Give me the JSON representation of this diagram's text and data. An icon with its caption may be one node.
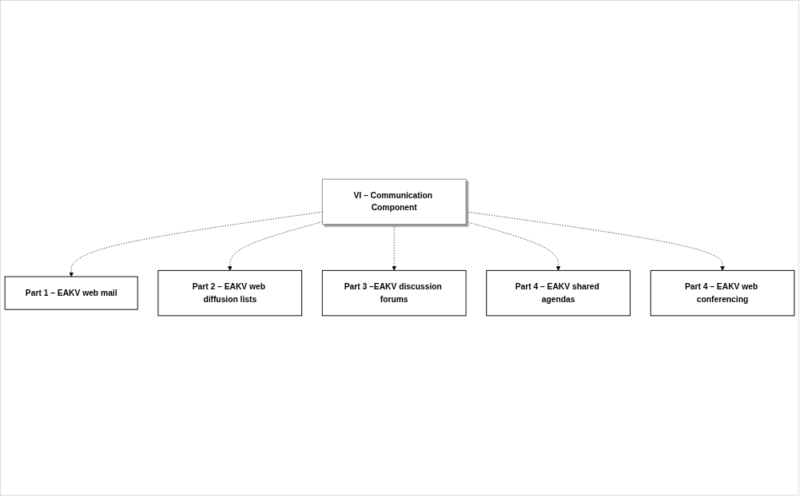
{
  "diagram": {
    "nodes": [
      {
        "text": [
          "VI – Communication Component"
        ]
      },
      {
        "text": [
          "Part 1 – EAKV web mail"
        ]
      },
      {
        "text": [
          "Part 4 – EAKV web conferencing"
        ]
      },
      {
        "text": [
          "Part 2 – EAKV web diffusion lists"
        ]
      },
      {
        "text": [
          "Part 4 – EAKV shared agendas"
        ]
      },
      {
        "text": [
          "Part 3 –EAKV discussion forums"
        ]
      }
    ],
    "edges": [
      {
        "from": 0,
        "to": 1,
        "arrow": "to",
        "style": "dashed"
      },
      {
        "from": 0,
        "to": 3,
        "arrow": "to",
        "style": "dashed"
      },
      {
        "from": 0,
        "to": 5,
        "arrow": "to",
        "style": "dashed"
      },
      {
        "from": 0,
        "to": 4,
        "arrow": "to",
        "style": "dashed"
      },
      {
        "from": 0,
        "to": 2,
        "arrow": "to",
        "style": "dashed"
      }
    ]
  }
}
